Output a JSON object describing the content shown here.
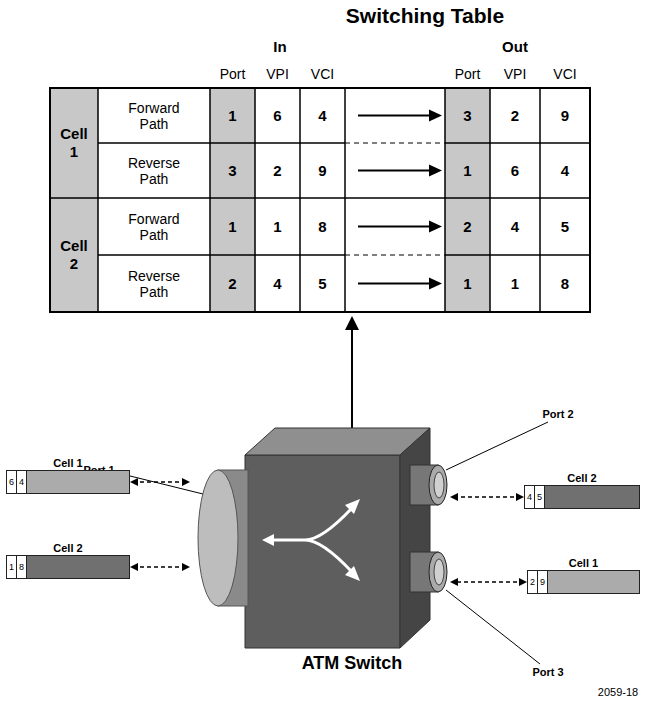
{
  "diagram": {
    "title": "Switching Table",
    "nodes": [
      {
        "text": [
          "Cell 1",
          "6",
          "4"
        ]
      },
      {
        "text": [
          "Cell 2",
          "1",
          "8"
        ]
      },
      {
        "text": [
          "Cell 2",
          "4",
          "5"
        ]
      },
      {
        "text": [
          "Cell 1",
          "2",
          "9"
        ]
      },
      {
        "text": [
          "ATM Switch"
        ]
      }
    ],
    "edges": [
      {
        "from": 0,
        "to": 4,
        "arrow": "both"
      },
      {
        "from": 1,
        "to": 4,
        "arrow": "both"
      },
      {
        "from": 2,
        "to": 4,
        "arrow": "both"
      },
      {
        "from": 3,
        "to": 4,
        "arrow": "both"
      }
    ],
    "labels": [
      "In",
      "Out",
      "Port",
      "VPI",
      "VCI",
      "Port",
      "VPI",
      "VCI",
      "Cell 1",
      "Forward Path",
      "1",
      "6",
      "4",
      "3",
      "2",
      "9",
      "Reverse Path",
      "3",
      "2",
      "9",
      "1",
      "6",
      "4",
      "Cell 2",
      "Forward Path",
      "1",
      "1",
      "8",
      "2",
      "4",
      "5",
      "Reverse Path",
      "2",
      "4",
      "5",
      "1",
      "1",
      "8",
      "Port 1",
      "Port 2",
      "Port 3",
      "2059-18"
    ]
  }
}
